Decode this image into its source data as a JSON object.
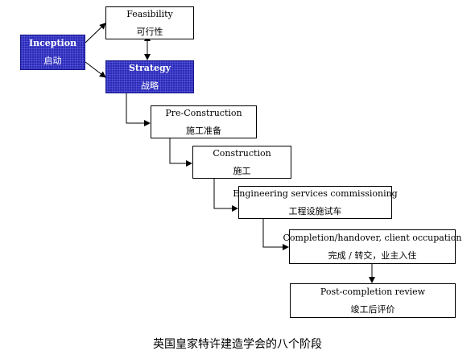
{
  "stages": {
    "inception": {
      "en": "Inception",
      "zh": "启动"
    },
    "feasibility": {
      "en": "Feasibility",
      "zh": "可行性"
    },
    "strategy": {
      "en": "Strategy",
      "zh": "战略"
    },
    "pre_construction": {
      "en": "Pre-Construction",
      "zh": "施工准备"
    },
    "construction": {
      "en": "Construction",
      "zh": "施工"
    },
    "engineering": {
      "en": "Engineering services commissioning",
      "zh": "工程设施试车"
    },
    "completion": {
      "en": "Completion/handover, client occupation",
      "zh": "完成 / 转交，业主入住"
    },
    "post_completion": {
      "en": "Post-completion review",
      "zh": "竣工后评价"
    }
  },
  "caption": "英国皇家特许建造学会的八个阶段",
  "colors": {
    "highlight_fill": "#2b2bb5",
    "highlight_text": "#ffffff",
    "line": "#000000"
  }
}
